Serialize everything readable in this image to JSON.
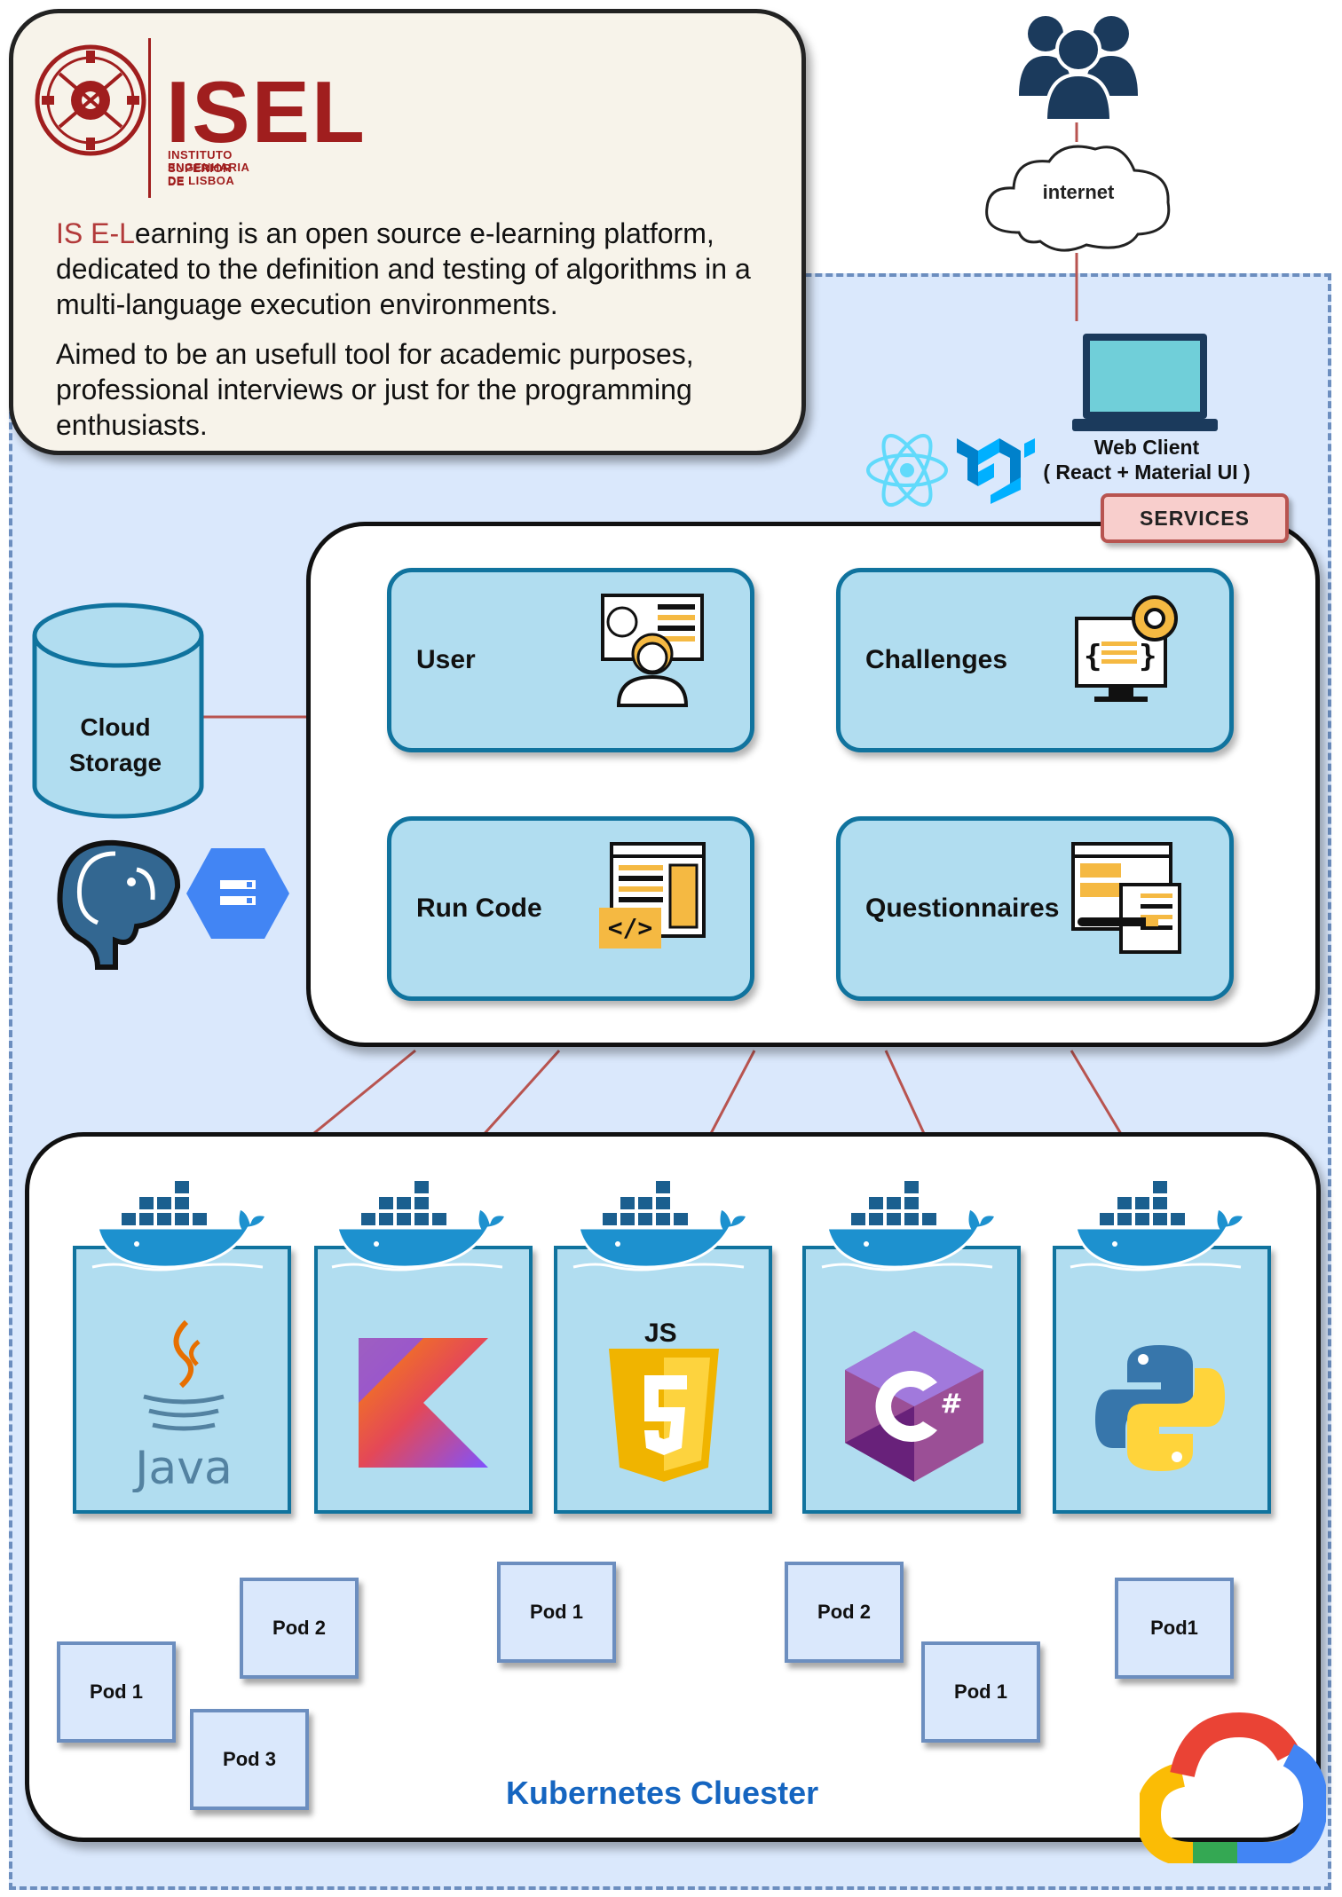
{
  "info": {
    "logo_name": "ISEL",
    "logo_sub_1": "INSTITUTO SUPERIOR DE",
    "logo_sub_2": "ENGENHARIA DE LISBOA",
    "desc1_accent": "IS E-L",
    "desc1_rest": "earning is an open source e-learning platform, dedicated to the definition and testing of algorithms in a multi-language execution environments.",
    "desc2": "Aimed to be an usefull tool for academic purposes, professional interviews or just for the programming enthusiasts."
  },
  "network": {
    "internet_label": "internet",
    "web_client_line1": "Web Client",
    "web_client_line2": "( React + Material UI )"
  },
  "services": {
    "tag": "SERVICES",
    "items": [
      {
        "label": "User",
        "icon": "user-developer-icon"
      },
      {
        "label": "Challenges",
        "icon": "code-settings-icon"
      },
      {
        "label": "Run Code",
        "icon": "code-editor-icon"
      },
      {
        "label": "Questionnaires",
        "icon": "questionnaire-icon"
      }
    ]
  },
  "storage": {
    "line1": "Cloud",
    "line2": "Storage"
  },
  "cluster": {
    "label": "Kubernetes Cluester",
    "languages": [
      {
        "name": "Java",
        "js_badge": ""
      },
      {
        "name": "Kotlin"
      },
      {
        "name": "JavaScript",
        "js_badge": "JS"
      },
      {
        "name": "C#"
      },
      {
        "name": "Python"
      }
    ],
    "pods": [
      {
        "label": "Pod 1"
      },
      {
        "label": "Pod 2"
      },
      {
        "label": "Pod 3"
      },
      {
        "label": "Pod 1"
      },
      {
        "label": "Pod 2"
      },
      {
        "label": "Pod 1"
      },
      {
        "label": "Pod1"
      }
    ]
  },
  "colors": {
    "background": "#dae8fc",
    "service_fill": "#b1ddf0",
    "service_border": "#10739e",
    "connector": "#b85450",
    "isel_red": "#a01e1e",
    "cluster_label": "#1565c0"
  }
}
